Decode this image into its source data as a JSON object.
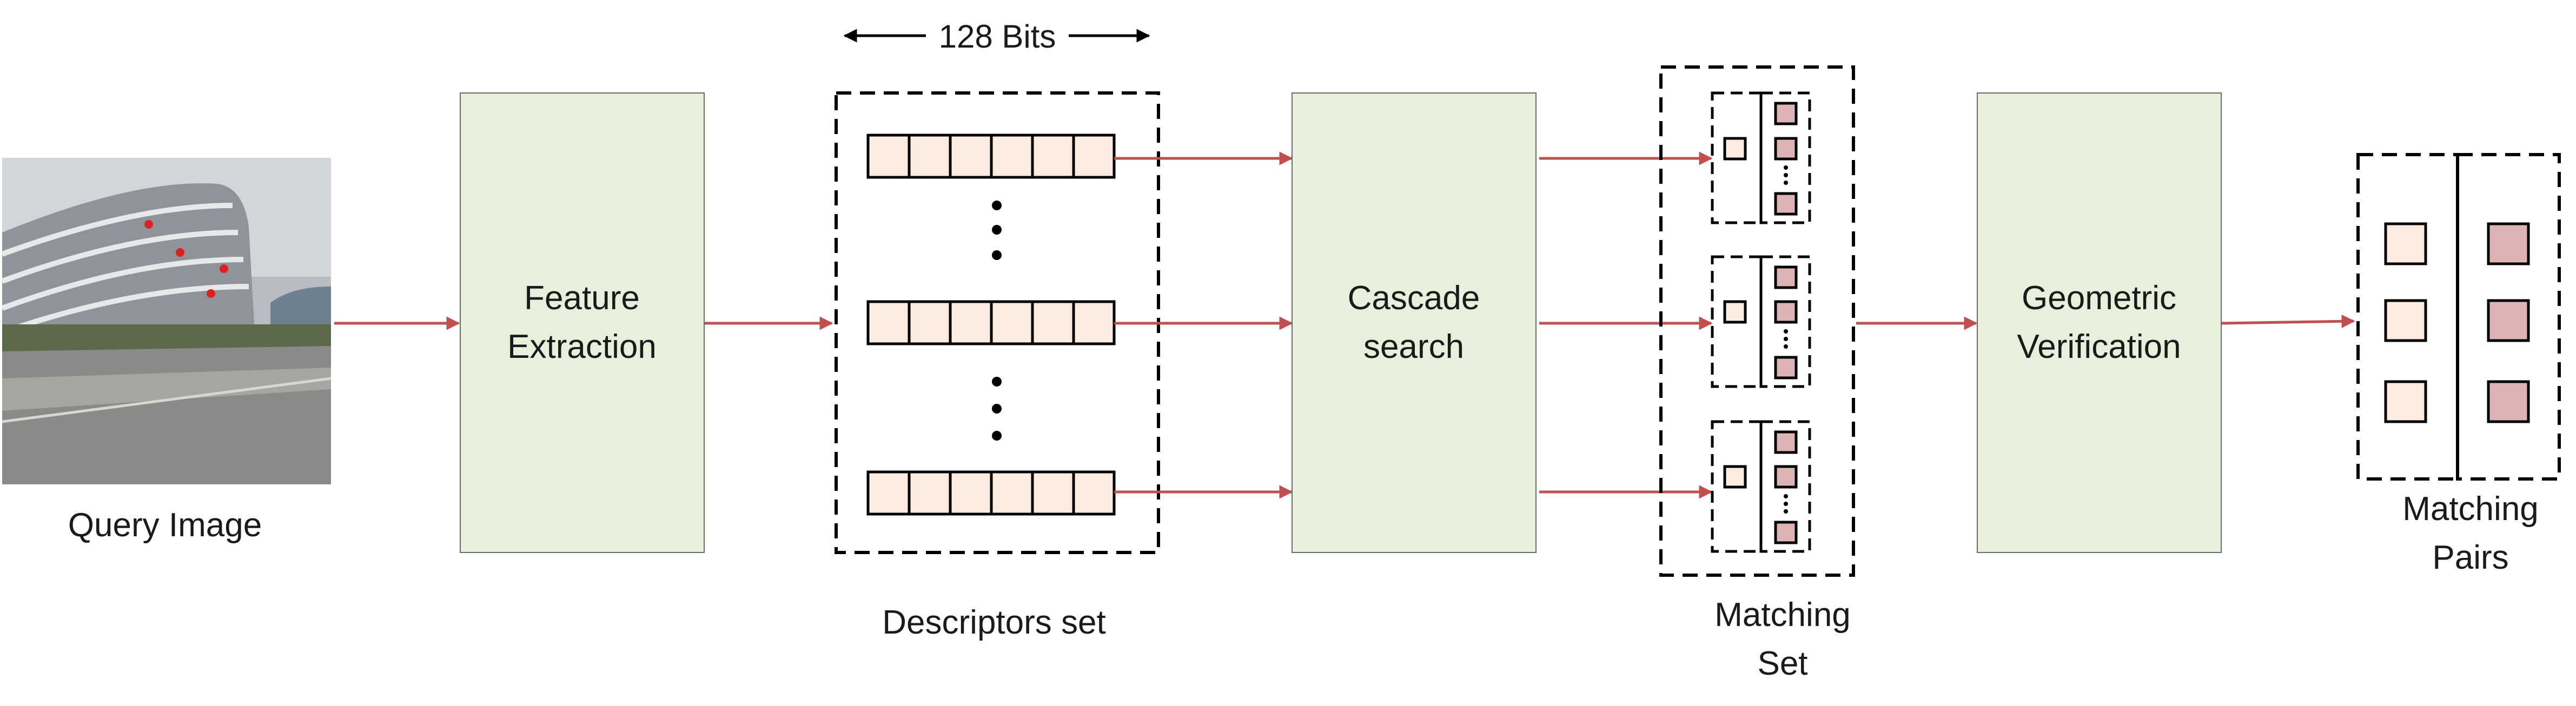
{
  "query_image": {
    "label": "Query Image"
  },
  "stages": {
    "feature_extraction": [
      "Feature",
      "Extraction"
    ],
    "cascade_search": [
      "Cascade",
      "search"
    ],
    "geometric_verification": [
      "Geometric",
      "Verification"
    ]
  },
  "descriptors": {
    "bits_label": "128 Bits",
    "label": "Descriptors set"
  },
  "matching_set": {
    "label": [
      "Matching",
      "Set"
    ]
  },
  "matching_pairs": {
    "label": [
      "Matching",
      "Pairs"
    ]
  },
  "colors": {
    "stage_fill": "#e8f0dc",
    "cell_fill": "#fcebe0",
    "match_fill": "#deb3b3",
    "arrow": "#c0504d"
  }
}
